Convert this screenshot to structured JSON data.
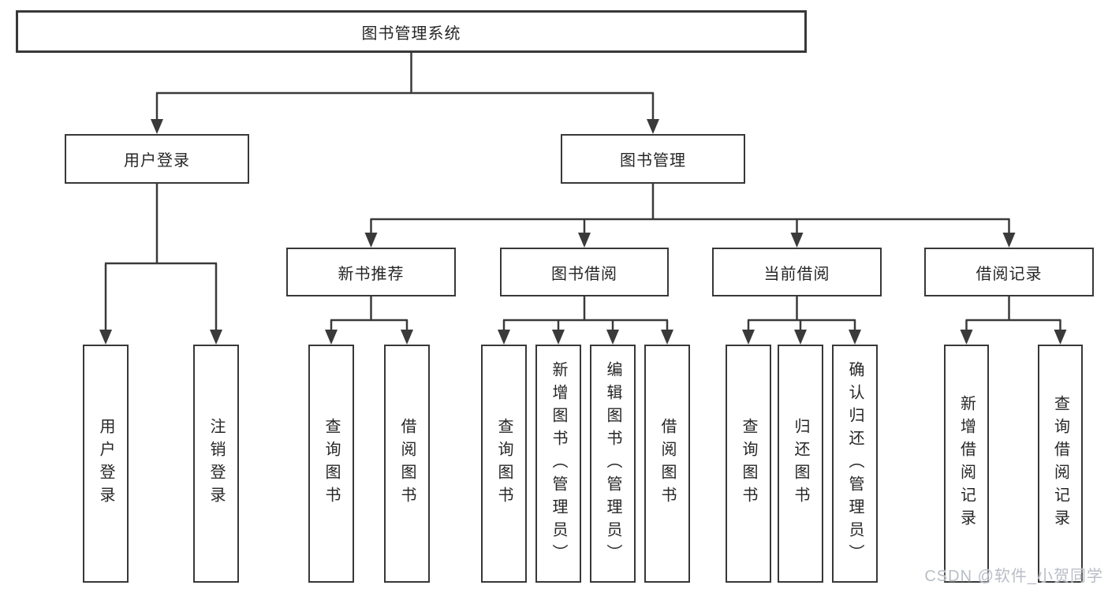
{
  "tree": {
    "label": "图书管理系统",
    "children": [
      {
        "label": "用户登录",
        "children": [
          {
            "label": "用户登录"
          },
          {
            "label": "注销登录"
          }
        ]
      },
      {
        "label": "图书管理",
        "children": [
          {
            "label": "新书推荐",
            "children": [
              {
                "label": "查询图书"
              },
              {
                "label": "借阅图书"
              }
            ]
          },
          {
            "label": "图书借阅",
            "children": [
              {
                "label": "查询图书"
              },
              {
                "label": "新增图书（管理员）"
              },
              {
                "label": "编辑图书（管理员）"
              },
              {
                "label": "借阅图书"
              }
            ]
          },
          {
            "label": "当前借阅",
            "children": [
              {
                "label": "查询图书"
              },
              {
                "label": "归还图书"
              },
              {
                "label": "确认归还（管理员）"
              }
            ]
          },
          {
            "label": "借阅记录",
            "children": [
              {
                "label": "新增借阅记录"
              },
              {
                "label": "查询借阅记录"
              }
            ]
          }
        ]
      }
    ]
  },
  "watermark": "CSDN @软件_小贺同学",
  "colors": {
    "line": "#3a3a3a",
    "box_border": "#383838",
    "box_fill": "#ffffff",
    "text": "#262626",
    "watermark": "#b9bdc6"
  }
}
